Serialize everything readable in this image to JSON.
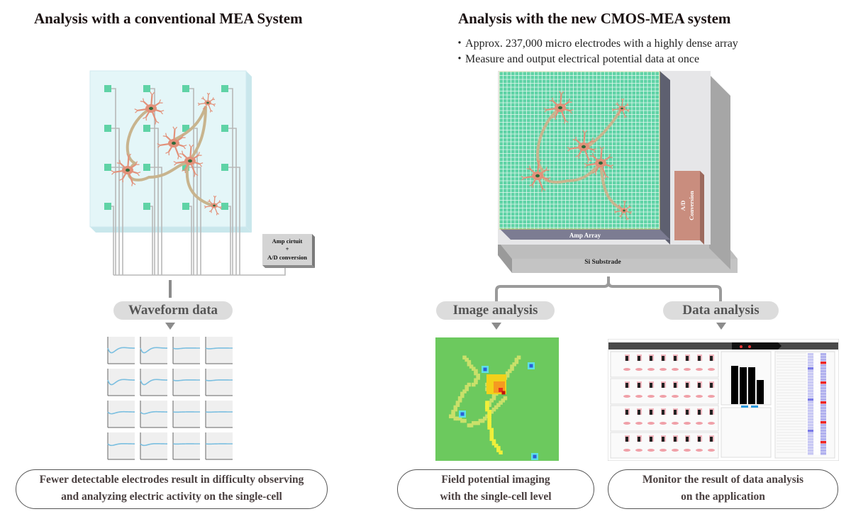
{
  "left": {
    "title": "Analysis with a conventional MEA System",
    "amp_box": {
      "line1": "Amp cirtuit",
      "line2": "+",
      "line3": "A/D conversion"
    },
    "waveform_label": "Waveform data",
    "waveform_grid": {
      "rows": 4,
      "cols": 4,
      "amplitude": [
        [
          1.0,
          1.0,
          0.15,
          0.15
        ],
        [
          1.0,
          1.0,
          0.15,
          0.15
        ],
        [
          0.4,
          0.4,
          0.05,
          0.05
        ],
        [
          0.35,
          0.35,
          0.05,
          0.05
        ]
      ]
    },
    "caption_line1": "Fewer detectable electrodes result in difficulty observing",
    "caption_line2": "and analyzing electric activity on the single-cell"
  },
  "right": {
    "title": "Analysis with the new CMOS-MEA system",
    "bullets": [
      "Approx. 237,000 micro electrodes with a highly dense array",
      "Measure and output electrical potential data at once"
    ],
    "chip": {
      "amp_array_label": "Amp Array",
      "ad_label_line1": "A/D",
      "ad_label_line2": "Conversion",
      "substrate_label": "Si Substrade"
    },
    "image_analysis_label": "Image analysis",
    "data_analysis_label": "Data analysis",
    "caption_image_line1": "Field potential imaging",
    "caption_image_line2": "with the single-cell level",
    "caption_data_line1": "Monitor the result of data analysis",
    "caption_data_line2": "on the application"
  },
  "colors": {
    "electrode": "#5fd3a6",
    "glass": "#e4f6f8",
    "neuron": "#e2917a",
    "axon": "#c8b48e",
    "wire": "#b8b8b8",
    "pill": "#dcdcdc",
    "waveform": "#7bbfe0",
    "ad_box": "#c98d7e",
    "amp_array": "#7c7c92",
    "heatmap_bg": "#6cc95e"
  }
}
